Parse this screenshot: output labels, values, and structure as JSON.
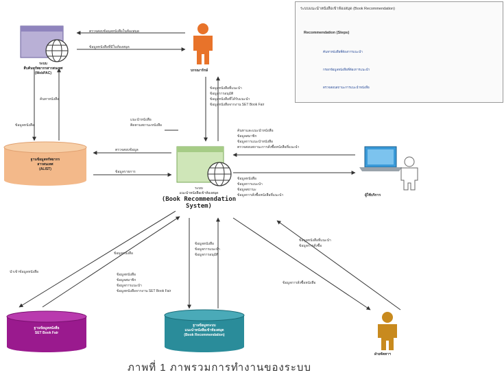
{
  "caption": "ภาพที่ 1 ภาพรวมการทำงานของระบบ",
  "center": {
    "line1": "ระบบ",
    "line2": "แนะนำหนังสือเข้าห้องสมุด",
    "line3": "(Book Recommendation",
    "line4": "System)"
  },
  "nodes": {
    "top_left_system": "ระบบ\nสืบค้นทรัพยากรสารสนเทศ\n(WebPAC)",
    "library_db": "ฐานข้อมูลทรัพยากร\nสารสนเทศ\n(ALIST)",
    "staff_top": "บรรณารักษ์",
    "user_right": "ผู้ใช้บริการ",
    "db_bottom_left": "ฐานข้อมูลหนังสือ\nSET Book Fair",
    "db_bottom_center": "ฐานข้อมูลระบบ\nแนะนำหนังสือเข้าห้องสมุด\n(Book Recommendation)",
    "staff_bottom_right": "ฝ่ายจัดหาฯ"
  },
  "edges": {
    "e1": "ตรวจสอบข้อมูลหนังสือในห้องสมุด",
    "e2": "ข้อมูลหนังสือที่มีในห้องสมุด",
    "e3": "ข้อมูลหนังสือ",
    "e4": "ค้นหาหนังสือ",
    "e5a": "ข้อมูลหนังสือที่แนะนำ",
    "e5b": "ข้อมูลการอนุมัติ",
    "e5c": "ข้อมูลหนังสือที่ได้รับแนะนำ",
    "e5d": "ข้อมูลหนังสือจากงาน SET Book Fair",
    "e6a": "แนะนำหนังสือ",
    "e6b": "ติดตามสถานะหนังสือ",
    "e7": "ตรวจสอบข้อมูล",
    "e8": "ข้อมูลรายการ",
    "e9a": "ค้นหาและแนะนำหนังสือ",
    "e9b": "ข้อมูลสมาชิก",
    "e9c": "ข้อมูลการแนะนำหนังสือ",
    "e9d": "ตรวจสอบสถานะการสั่งซื้อหนังสือที่แนะนำ",
    "e10a": "ข้อมูลหนังสือ",
    "e10b": "ข้อมูลการแนะนำ",
    "e10c": "ข้อมูลสถานะ",
    "e10d": "ข้อมูลการสั่งซื้อหนังสือที่แนะนำ",
    "e11": "นำเข้าข้อมูลหนังสือ",
    "e12": "ข้อมูลหนังสือ",
    "e13a": "ข้อมูลหนังสือ",
    "e13b": "ข้อมูลการแนะนำ",
    "e13c": "ข้อมูลการอนุมัติ",
    "e14a": "ข้อมูลหนังสือ",
    "e14b": "ข้อมูลสมาชิก",
    "e14c": "ข้อมูลการแนะนำ",
    "e14d": "ข้อมูลหนังสือจากงาน SET Book Fair",
    "e15": "ข้อมูลการสั่งซื้อหนังสือ",
    "e16a": "ข้อมูลหนังสือที่แนะนำ",
    "e16b": "ข้อมูลการสั่งซื้อ"
  },
  "screenshot": {
    "title": "ระบบแนะนำหนังสือเข้าห้องสมุด (Book Recommendation)",
    "subtitle": "Recommendation (Steps)",
    "items": [
      "ค้นหาหนังสือที่ต้องการแนะนำ",
      "กรอกข้อมูลหนังสือที่ต้องการแนะนำ",
      "ตรวจสอบสถานะการแนะนำหนังสือ"
    ]
  },
  "colors": {
    "system_box": "#b9b0d6",
    "center_box": "#cfe6b8",
    "library_db": "#f3b98a",
    "db_purple": "#9a1a8e",
    "db_teal": "#2a8c9a",
    "person_orange": "#e8732a",
    "person_gold": "#c88a1e",
    "laptop": "#3a9ad8"
  }
}
